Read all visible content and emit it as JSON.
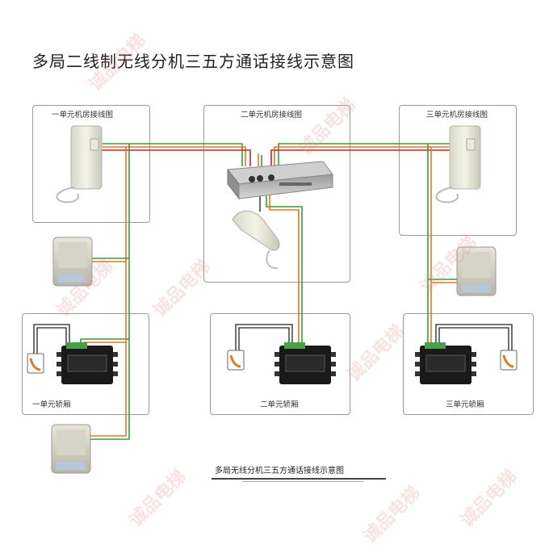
{
  "title": "多局二线制无线分机三五方通话接线示意图",
  "panels": {
    "unit1_machine_room": "一单元机房接线图",
    "unit2_machine_room": "二单元机房接线图",
    "unit3_machine_room": "三单元机房接线图",
    "unit1_car": "一单元轿厢",
    "unit2_car": "二单元轿厢",
    "unit3_car": "三单元轿厢"
  },
  "footer_caption": "多局无线分机三五方通话接线示意图",
  "watermark_text": "诚品电梯",
  "colors": {
    "wire_green": "#3a9a3a",
    "wire_orange": "#e07820",
    "wire_red": "#d02020",
    "wire_black": "#222222",
    "watermark": "#e69696"
  }
}
